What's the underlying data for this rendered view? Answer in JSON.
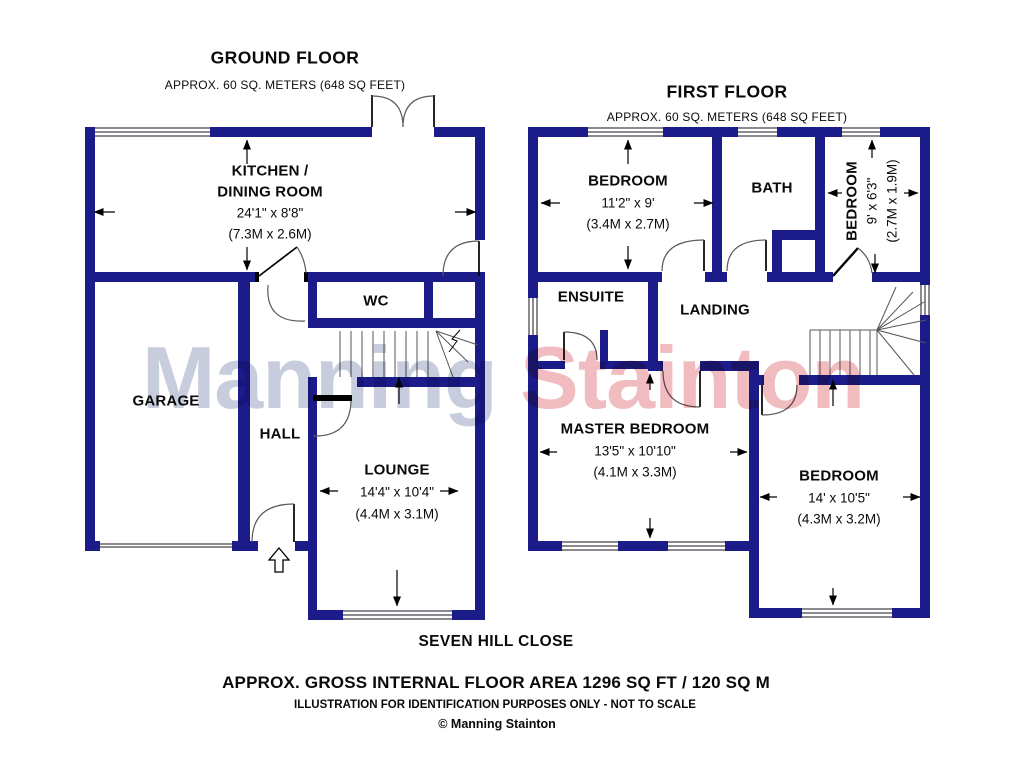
{
  "colors": {
    "wall": "#1b1b8a",
    "watermark_blue": "#c7cddc",
    "watermark_pink": "#f1bcbf"
  },
  "watermark": {
    "word1": "Manning",
    "word2": "Stainton"
  },
  "ground_floor": {
    "title": "GROUND FLOOR",
    "area_note": "APPROX. 60 SQ. METERS (648 SQ FEET)",
    "rooms": {
      "kitchen_dining": {
        "name_line1": "KITCHEN /",
        "name_line2": "DINING ROOM",
        "dim_imperial": "24'1\" x 8'8\"",
        "dim_metric": "(7.3M x 2.6M)"
      },
      "wc": {
        "name": "WC"
      },
      "garage": {
        "name": "GARAGE"
      },
      "hall": {
        "name": "HALL"
      },
      "lounge": {
        "name": "LOUNGE",
        "dim_imperial": "14'4\" x 10'4\"",
        "dim_metric": "(4.4M x 3.1M)"
      }
    }
  },
  "first_floor": {
    "title": "FIRST FLOOR",
    "area_note": "APPROX. 60 SQ. METERS (648 SQ FEET)",
    "rooms": {
      "bedroom_front": {
        "name": "BEDROOM",
        "dim_imperial": "11'2\" x 9'",
        "dim_metric": "(3.4M x 2.7M)"
      },
      "bath": {
        "name": "BATH"
      },
      "bedroom_small": {
        "name": "BEDROOM",
        "dim_imperial": "9' x 6'3\"",
        "dim_metric": "(2.7M x 1.9M)"
      },
      "ensuite": {
        "name": "ENSUITE"
      },
      "landing": {
        "name": "LANDING"
      },
      "master_bedroom": {
        "name": "MASTER BEDROOM",
        "dim_imperial": "13'5\" x 10'10\"",
        "dim_metric": "(4.1M x 3.3M)"
      },
      "bedroom_rear": {
        "name": "BEDROOM",
        "dim_imperial": "14' x 10'5\"",
        "dim_metric": "(4.3M x 3.2M)"
      }
    }
  },
  "footer": {
    "address": "SEVEN HILL CLOSE",
    "gross_area": "APPROX. GROSS INTERNAL FLOOR AREA 1296 SQ FT / 120 SQ M",
    "disclaimer": "ILLUSTRATION FOR IDENTIFICATION PURPOSES ONLY - NOT TO SCALE",
    "copyright": "© Manning Stainton"
  }
}
